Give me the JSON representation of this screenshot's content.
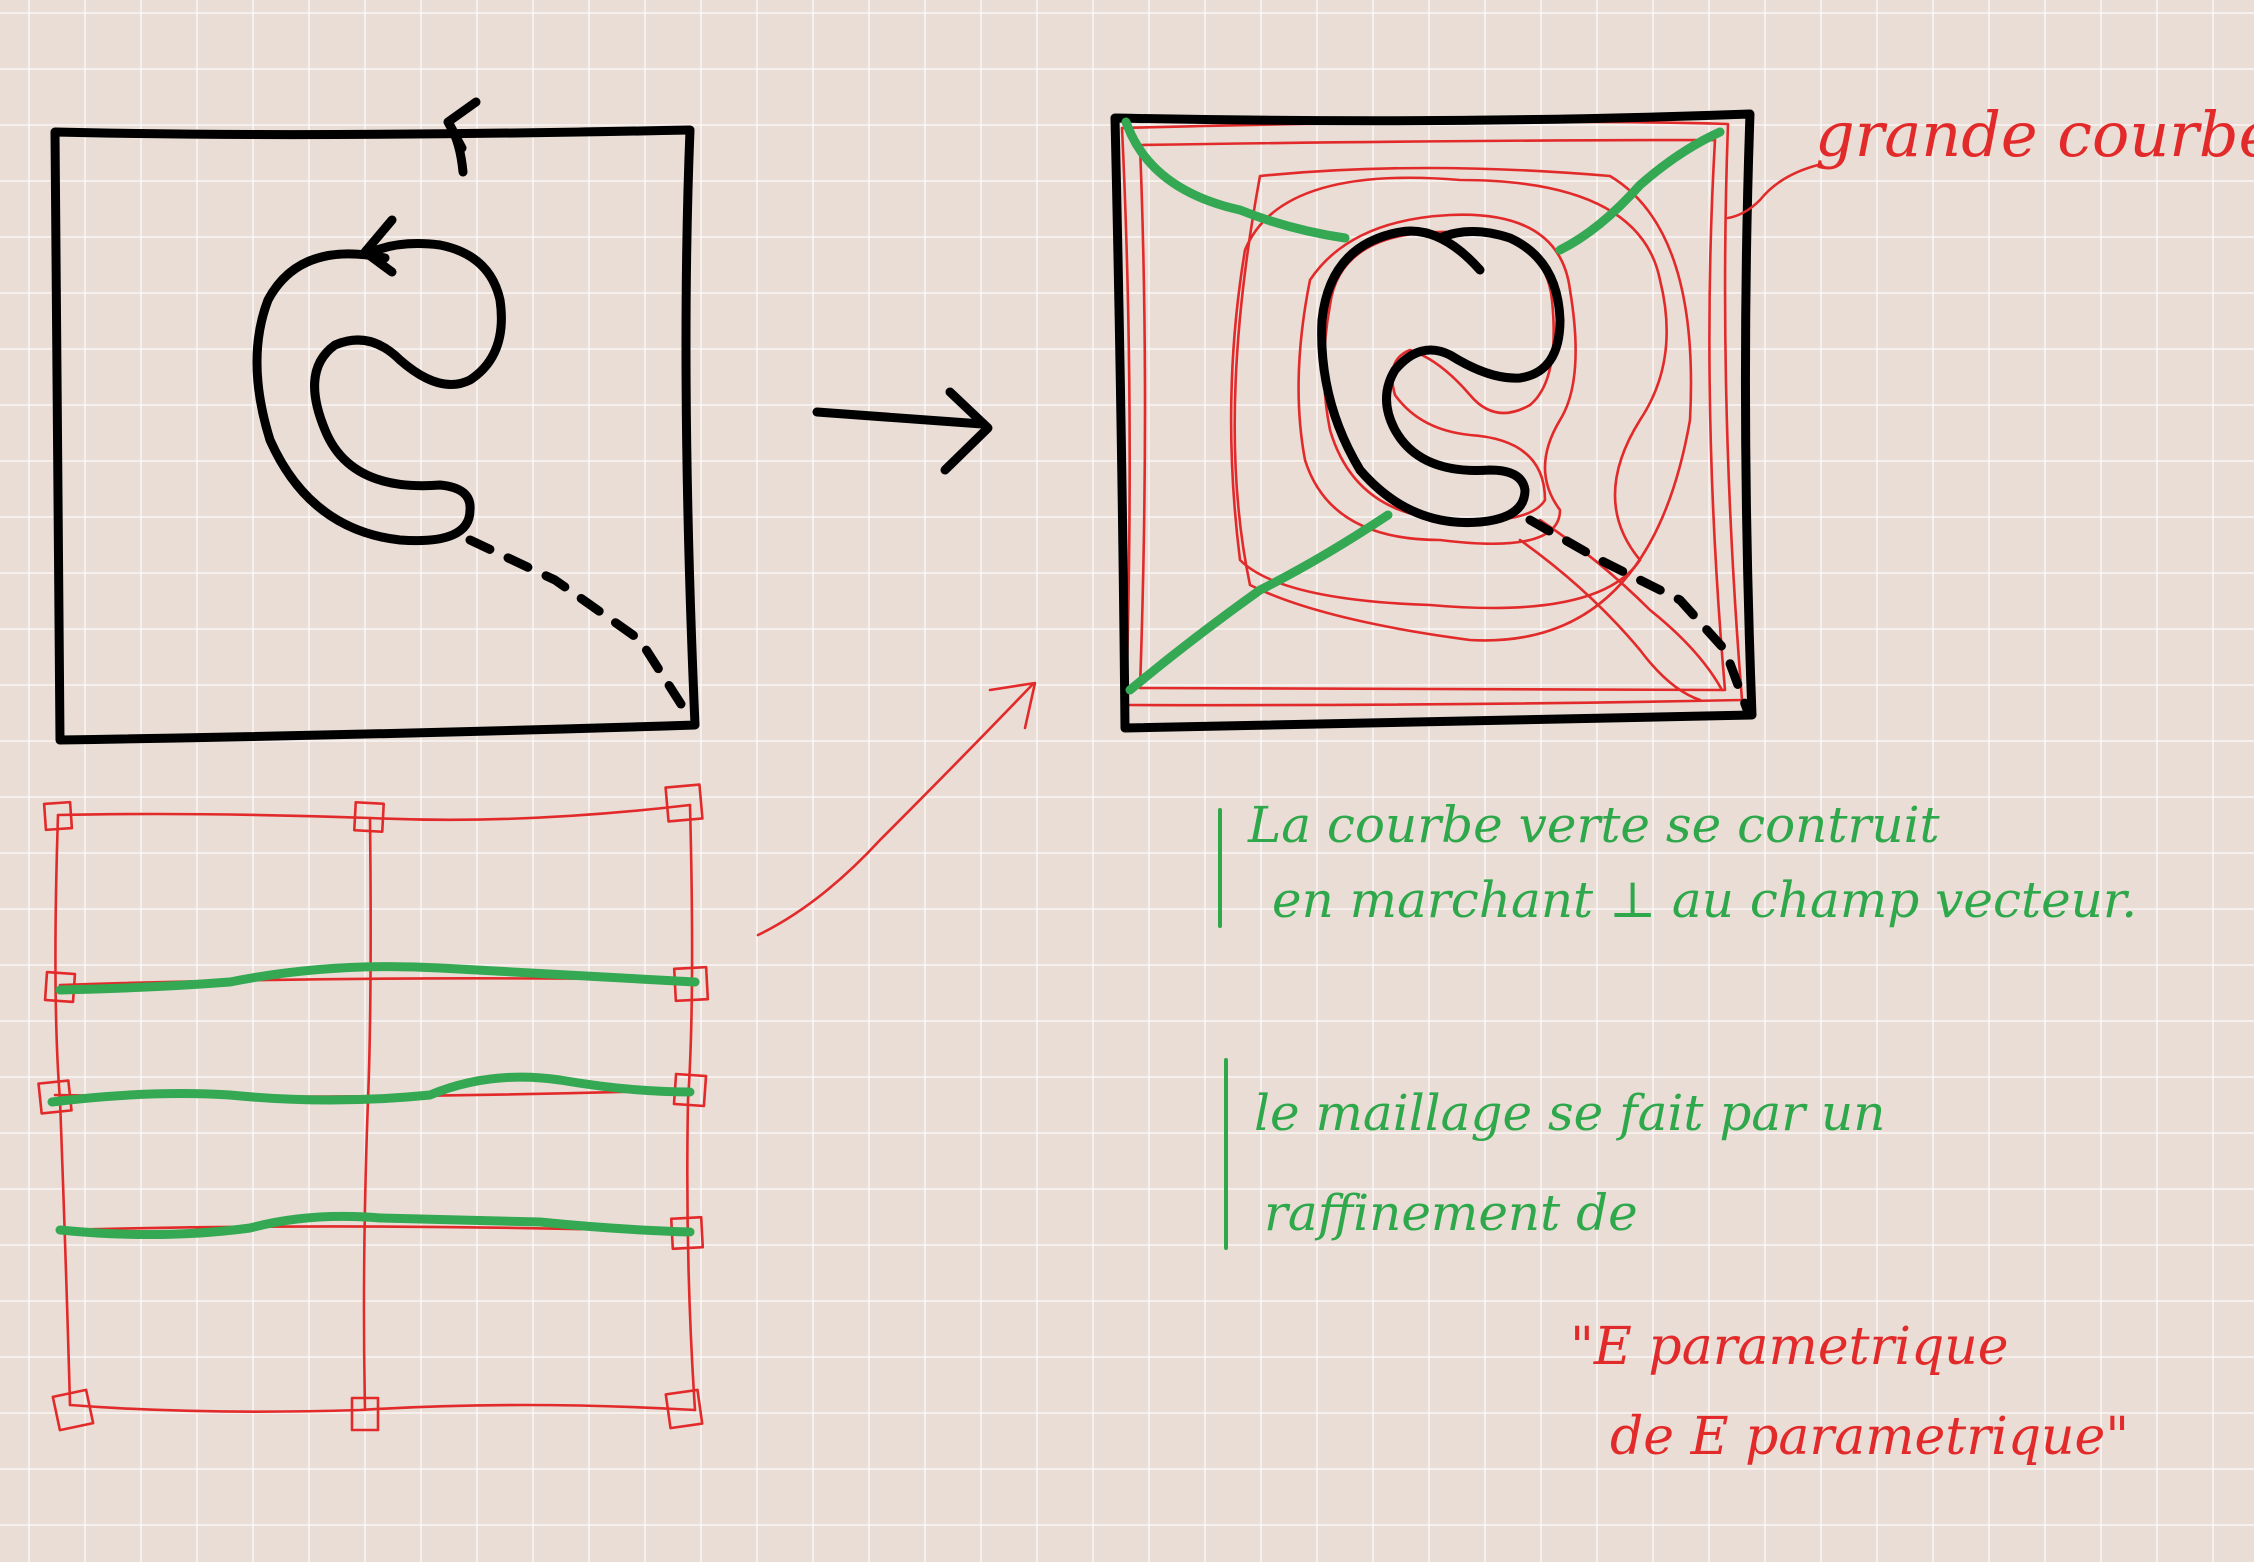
{
  "annotations": {
    "label_big_curve": "grande courbe",
    "note_green_curve": {
      "line1": "La courbe verte se contruit",
      "line2": "en marchant ⊥ au champ vecteur."
    },
    "note_mesh": {
      "line1": "le maillage se fait par un",
      "line2": "raffinement de"
    },
    "note_param": {
      "line1": "\"E parametrique",
      "line2": "de E parametrique\""
    }
  },
  "colors": {
    "ink_black": "#000000",
    "ink_red": "#e22a2a",
    "ink_green": "#34a853",
    "paper": "#e9ddd6"
  }
}
